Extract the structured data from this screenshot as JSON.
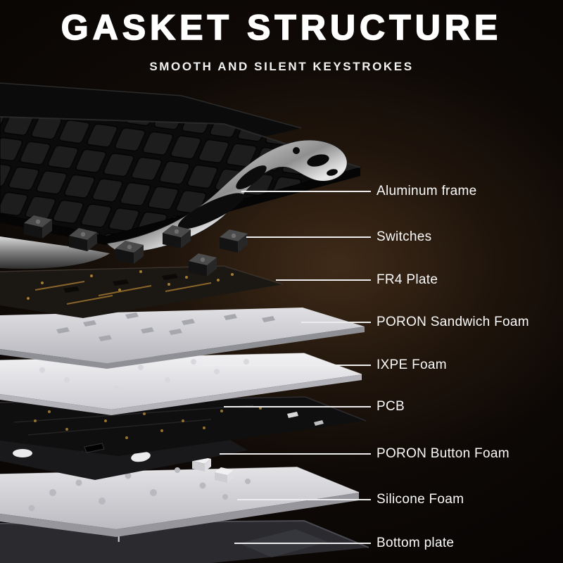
{
  "header": {
    "title": "GASKET STRUCTURE",
    "subtitle": "SMOOTH AND SILENT KEYSTROKES"
  },
  "diagram": {
    "type": "exploded-view",
    "subject": "Mechanical keyboard gasket structure layer stack",
    "layers": [
      {
        "label": "Aluminum frame"
      },
      {
        "label": "Switches"
      },
      {
        "label": "FR4 Plate"
      },
      {
        "label": "PORON Sandwich Foam"
      },
      {
        "label": "IXPE Foam"
      },
      {
        "label": "PCB"
      },
      {
        "label": "PORON Button Foam"
      },
      {
        "label": "Silicone Foam"
      },
      {
        "label": "Bottom plate"
      }
    ],
    "bottom_plate_logo_fragment": "r"
  },
  "colors": {
    "background_glow": "#3a2817",
    "background_edge": "#000000",
    "title_text": "#ffffff",
    "label_text": "#fafafa",
    "callout_line": "#ededed",
    "chrome_highlight": "#f5f5f5",
    "foam_light": "#dcdce0",
    "pcb_dark": "#101010"
  }
}
